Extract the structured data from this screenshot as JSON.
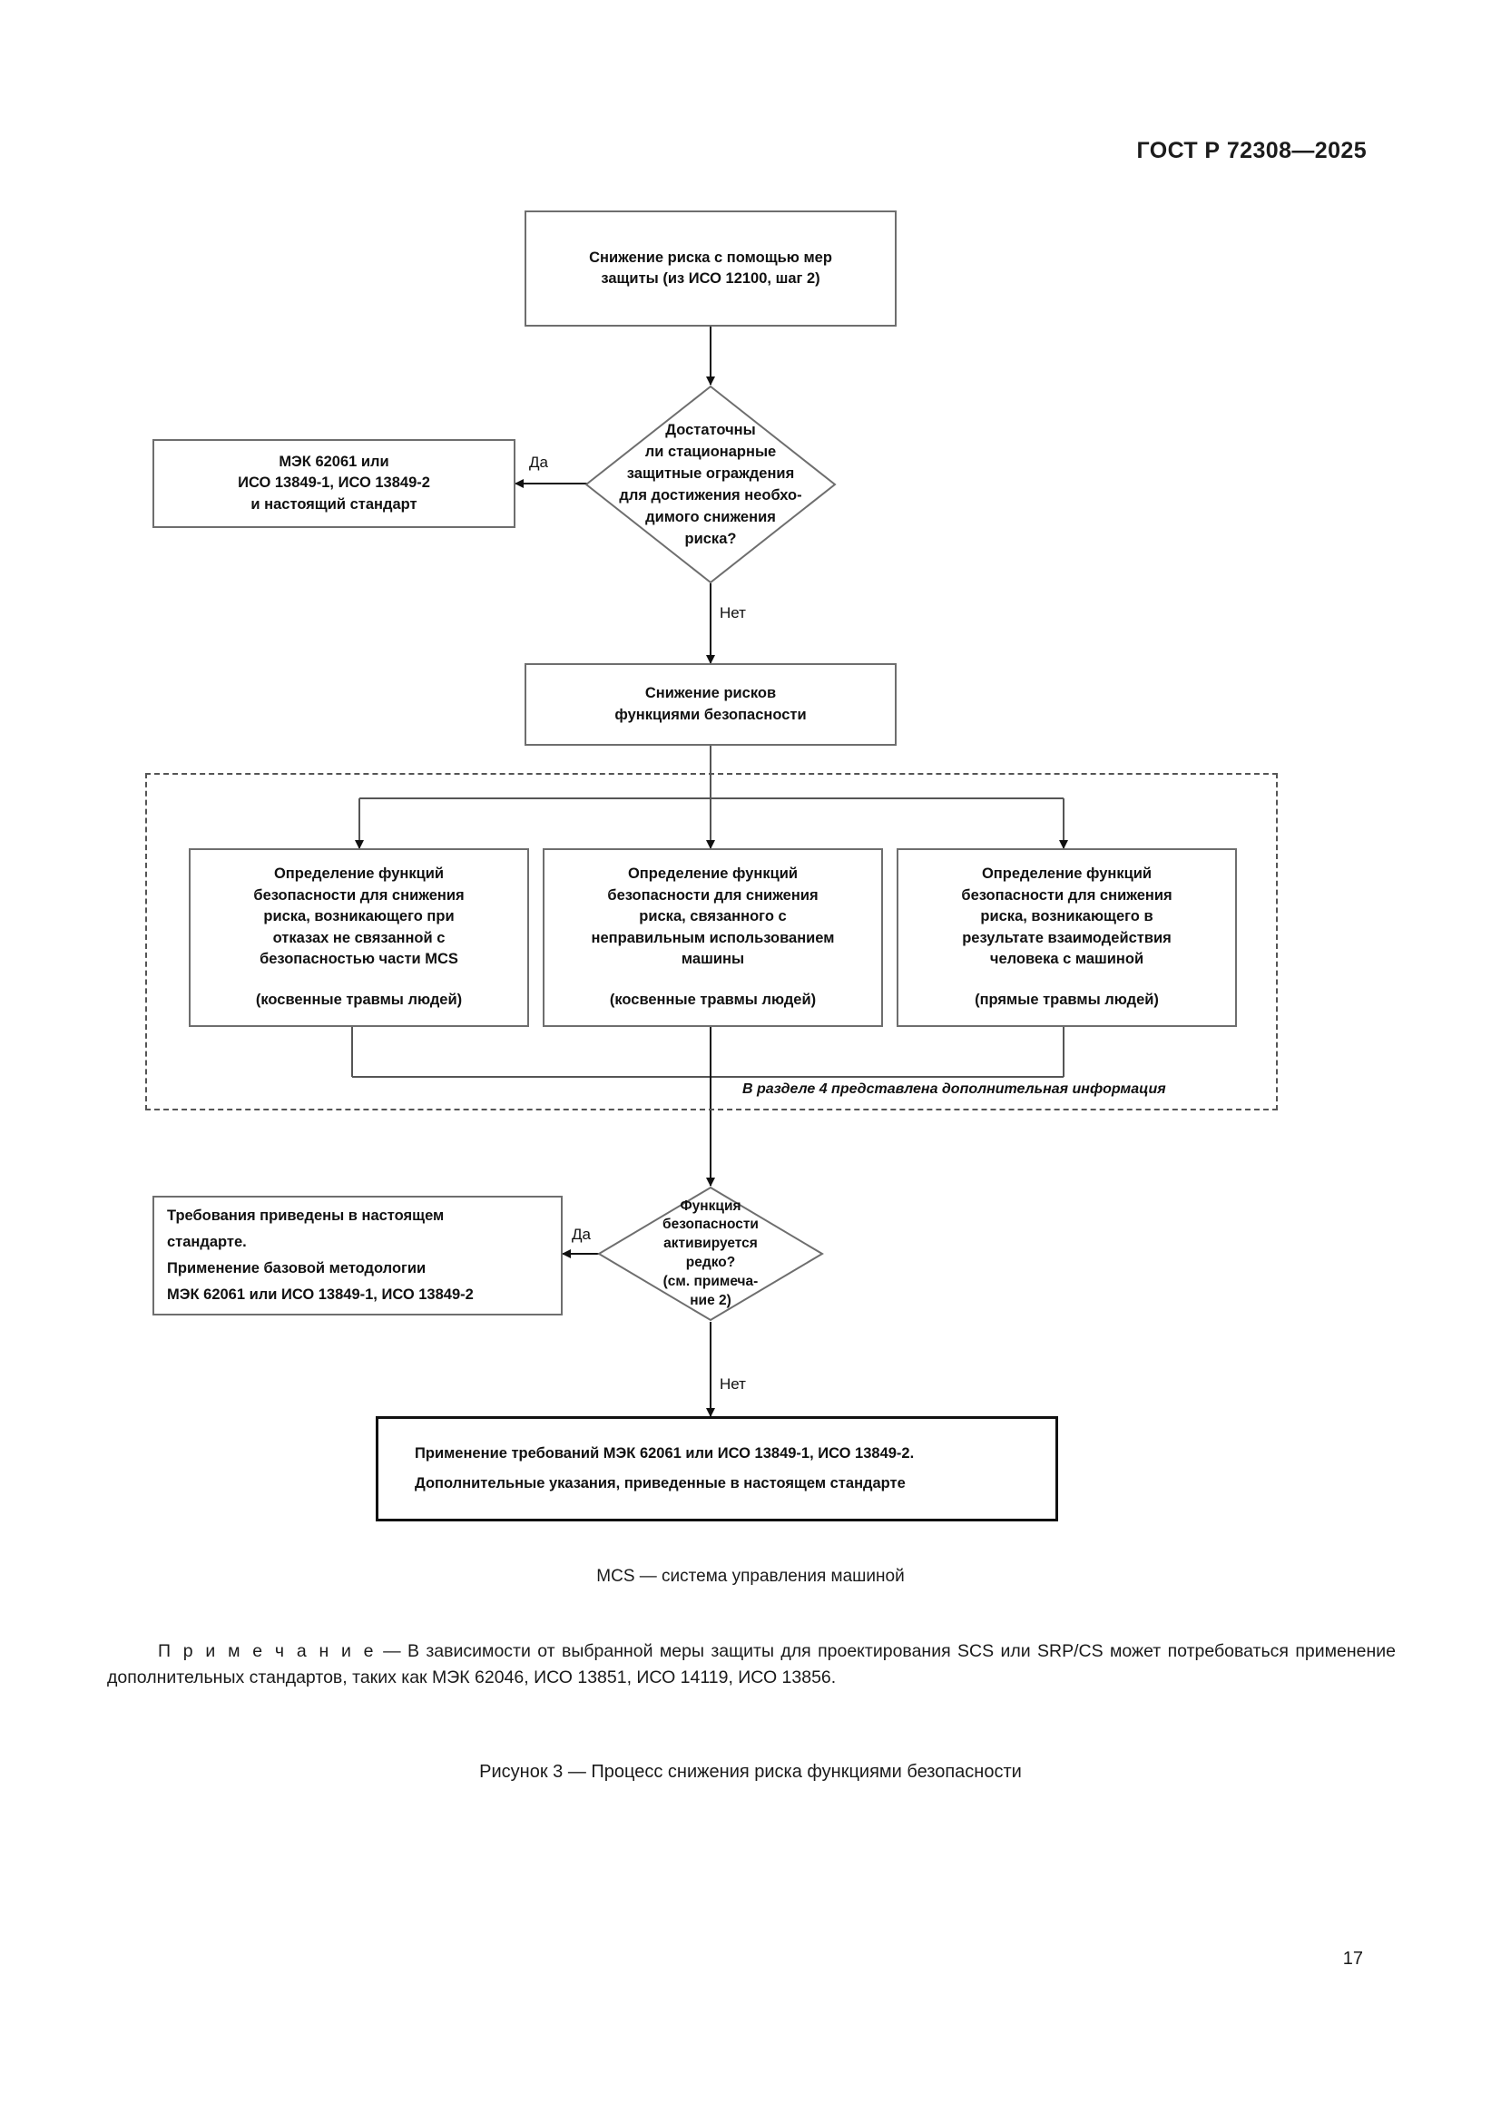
{
  "header": {
    "standard_id": "ГОСТ Р 72308—2025"
  },
  "flow": {
    "start_box": {
      "lines": [
        "Снижение риска с помощью  мер",
        "защиты (из ИСО 12100, шаг 2)"
      ]
    },
    "decision_1": {
      "lines": [
        "Достаточны",
        "ли стационарные",
        "защитные ограждения",
        "для достижения необхо-",
        "димого снижения",
        "риска?"
      ],
      "yes_label": "Да",
      "no_label": "Нет"
    },
    "yes_box_1": {
      "lines": [
        "МЭК 62061 или",
        "ИСО 13849-1, ИСО 13849-2",
        "и настоящий стандарт"
      ]
    },
    "risk_reduction_box": {
      "lines": [
        "Снижение рисков",
        "функциями безопасности"
      ]
    },
    "branch_boxes": [
      {
        "lines": [
          "Определение функций",
          "безопасности для снижения",
          "риска, возникающего при",
          "отказах не связанной с",
          "безопасностью части MCS"
        ],
        "subline": "(косвенные травмы людей)"
      },
      {
        "lines": [
          "Определение функций",
          "безопасности для снижения",
          "риска, связанного с",
          "неправильным использованием",
          "машины"
        ],
        "subline": "(косвенные травмы людей)"
      },
      {
        "lines": [
          "Определение функций",
          "безопасности для снижения",
          "риска, возникающего в",
          "результате взаимодействия",
          "человека с машиной"
        ],
        "subline": "(прямые травмы людей)"
      }
    ],
    "region_note": "В разделе 4 представлена дополнительная информация",
    "decision_2": {
      "lines": [
        "Функция",
        "безопасности",
        "активируется",
        "редко?",
        "(см. примеча-",
        "ние 2)"
      ],
      "yes_label": "Да",
      "no_label": "Нет"
    },
    "yes_box_2": {
      "lines": [
        "Требования приведены в настоящем",
        "стандарте.",
        "Применение базовой методологии",
        "МЭК 62061 или ИСО 13849-1, ИСО 13849-2"
      ]
    },
    "final_box": {
      "lines": [
        "Применение требований МЭК 62061 или ИСО 13849-1, ИСО 13849-2.",
        "Дополнительные указания, приведенные в настоящем стандарте"
      ]
    }
  },
  "legend": "MCS — система управления машиной",
  "note": {
    "label": "П р и м е ч а н и е",
    "text": " — В зависимости от выбранной меры защиты для проектирования SCS или SRP/CS может потребоваться применение дополнительных стандартов, таких как МЭК 62046, ИСО 13851, ИСО 14119, ИСО 13856."
  },
  "figure_caption": "Рисунок 3 — Процесс снижения риска функциями безопасности",
  "page_number": "17"
}
